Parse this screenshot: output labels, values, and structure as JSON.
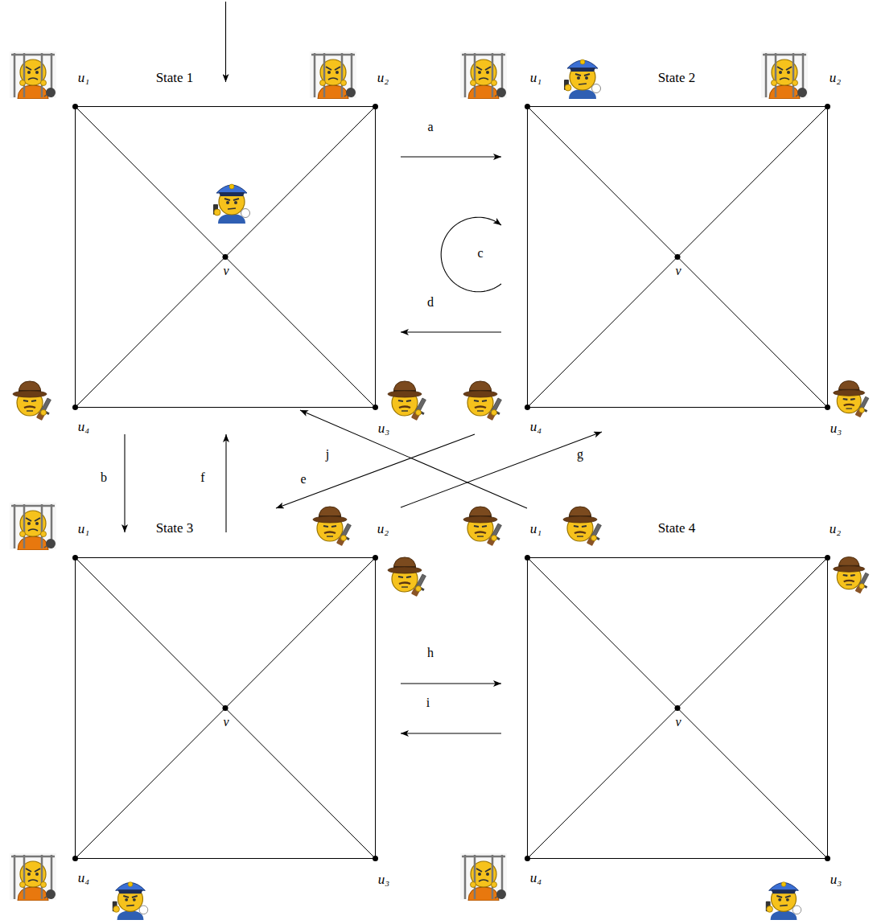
{
  "diagram": {
    "nodes": [
      {
        "text": [
          "State 1"
        ]
      },
      {
        "text": [
          "State 2"
        ]
      },
      {
        "text": [
          "State 3"
        ]
      },
      {
        "text": [
          "State 4"
        ]
      }
    ],
    "edges": [
      {
        "from": 0,
        "to": 1,
        "label": "a",
        "arrow": "to"
      },
      {
        "from": 0,
        "to": 2,
        "label": "b",
        "arrow": "to"
      },
      {
        "from": 1,
        "to": 1,
        "label": "c",
        "arrow": "to"
      },
      {
        "from": 1,
        "to": 0,
        "label": "d",
        "arrow": "to"
      },
      {
        "from": 1,
        "to": 2,
        "label": "e",
        "arrow": "to"
      },
      {
        "from": 2,
        "to": 0,
        "label": "f",
        "arrow": "to"
      },
      {
        "from": 2,
        "to": 1,
        "label": "g",
        "arrow": "to"
      },
      {
        "from": 2,
        "to": 3,
        "label": "h",
        "arrow": "to"
      },
      {
        "from": 3,
        "to": 2,
        "label": "i",
        "arrow": "to"
      },
      {
        "from": 3,
        "to": 0,
        "label": "j",
        "arrow": "to"
      }
    ],
    "labels": [
      "u₁",
      "u₂",
      "v",
      "u₄",
      "u₃",
      "u₁",
      "u₂",
      "v",
      "u₄",
      "u₃",
      "u₁",
      "u₂",
      "v",
      "u₄",
      "u₃",
      "u₁",
      "u₂",
      "v",
      "u₄",
      "u₃"
    ]
  }
}
